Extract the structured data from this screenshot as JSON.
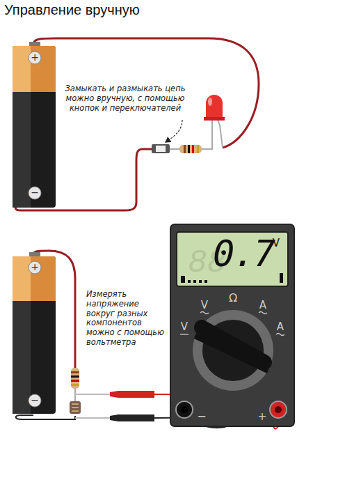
{
  "diagram": {
    "title": "Управление вручную",
    "labels": [
      "Замыкать и размыкать цепь можно вручную, с помощью кнопок и переключателей",
      "Измерять напряжение вокруг разных компонентов можно с помощью вольтметра",
      "0.7",
      "V",
      "V",
      "Ω",
      "A",
      "V",
      "A",
      "−",
      "+",
      "+",
      "−",
      "+",
      "−"
    ]
  }
}
